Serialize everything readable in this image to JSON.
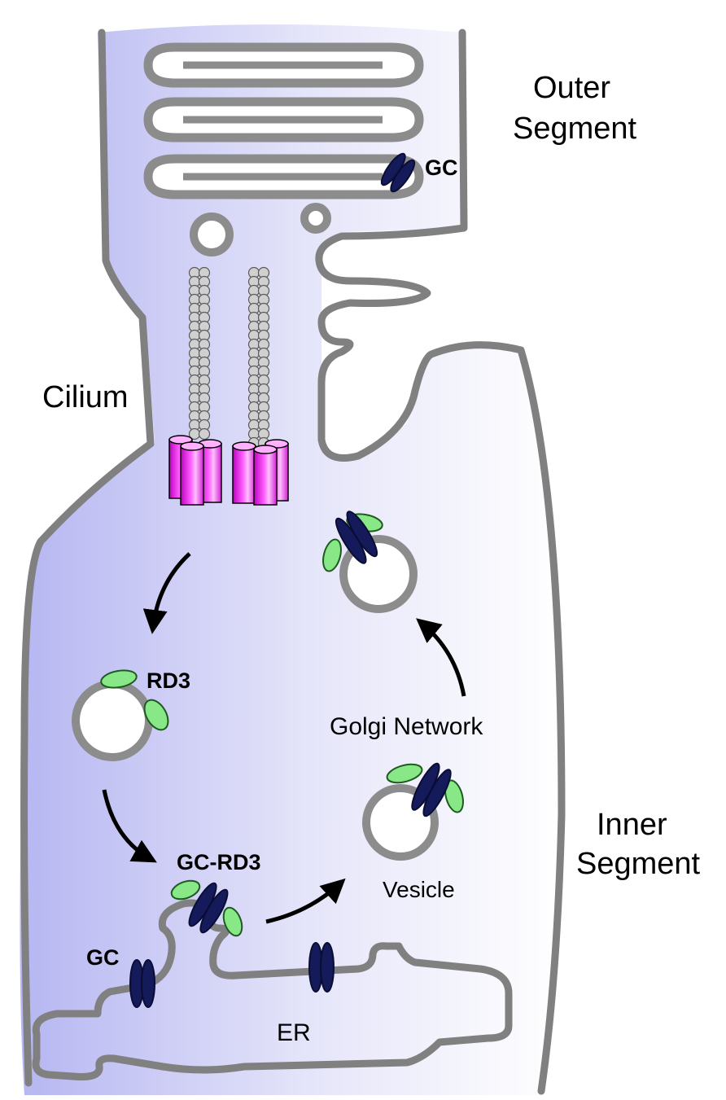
{
  "labels": {
    "outer_segment_line1": "Outer",
    "outer_segment_line2": "Segment",
    "gc_outer": "GC",
    "cilium": "Cilium",
    "rd3": "RD3",
    "golgi_network": "Golgi Network",
    "inner_segment_line1": "Inner",
    "inner_segment_line2": "Segment",
    "gc_rd3": "GC-RD3",
    "vesicle": "Vesicle",
    "gc_er": "GC",
    "er": "ER"
  },
  "colors": {
    "membrane": "#808080",
    "cytoplasm_left": "#b6b6f2",
    "cytoplasm_right": "#ffffff",
    "guanylate_cyclase": "#141a5a",
    "rd3_protein": "#88e888",
    "centriole": "#e81ee8"
  },
  "icons": {
    "microtubule": "bead-chain",
    "centriole": "cylinder-triplet",
    "flow_arrow": "curved-arrow"
  }
}
